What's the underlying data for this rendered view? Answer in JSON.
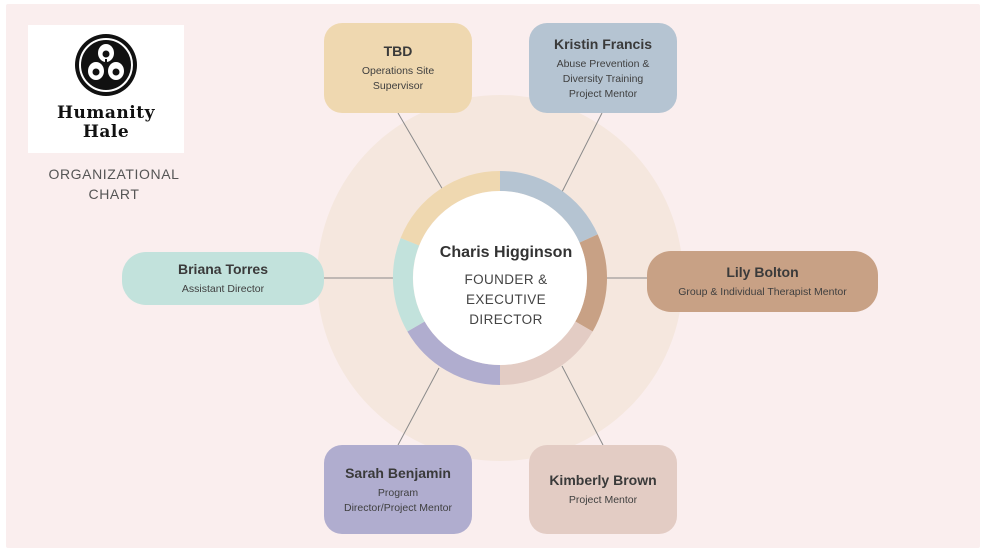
{
  "logo": {
    "line1": "Humanity",
    "line2": "Hale",
    "icon": "crest-icon"
  },
  "chart_title": {
    "line1": "ORGANIZATIONAL",
    "line2": "CHART"
  },
  "center": {
    "name": "Charis Higginson",
    "title_lines": [
      "FOUNDER &",
      "EXECUTIVE",
      "DIRECTOR"
    ]
  },
  "members": {
    "tbd": {
      "name": "TBD",
      "role_lines": [
        "Operations Site",
        "Supervisor"
      ],
      "color": "#efd8b0"
    },
    "kristin": {
      "name": "Kristin Francis",
      "role_lines": [
        "Abuse Prevention &",
        "Diversity Training",
        "Project Mentor"
      ],
      "color": "#b5c4d2"
    },
    "lily": {
      "name": "Lily Bolton",
      "role_lines": [
        "Group & Individual Therapist Mentor"
      ],
      "color": "#c8a185"
    },
    "kimberly": {
      "name": "Kimberly Brown",
      "role_lines": [
        "Project Mentor"
      ],
      "color": "#e3ccc4"
    },
    "sarah": {
      "name": "Sarah Benjamin",
      "role_lines": [
        "Program",
        "Director/Project Mentor"
      ],
      "color": "#b0adcf"
    },
    "briana": {
      "name": "Briana Torres",
      "role_lines": [
        "Assistant Director"
      ],
      "color": "#c2e2dc"
    }
  },
  "colors": {
    "background": "#faeeee",
    "outer_ring": "#f5e7de",
    "connector": "#8a8a8a"
  }
}
